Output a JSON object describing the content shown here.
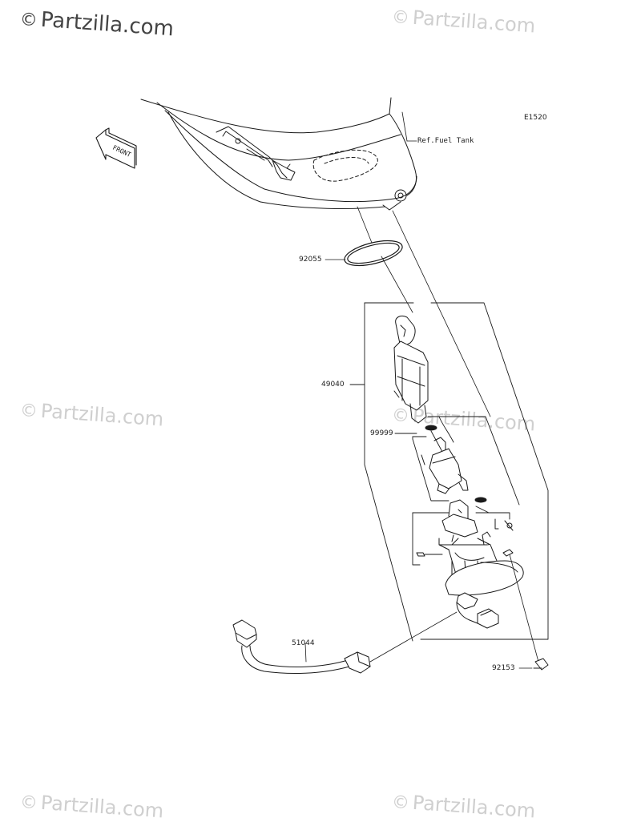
{
  "watermark": {
    "symbol": "©",
    "text": "Partzilla.com"
  },
  "diagram": {
    "code": "E1520",
    "front_label": "FRONT",
    "ref_label": "Ref.Fuel Tank",
    "parts": [
      {
        "number": "92055"
      },
      {
        "number": "49040"
      },
      {
        "number": "99999"
      },
      {
        "number": "51044"
      },
      {
        "number": "92153"
      }
    ]
  },
  "colors": {
    "line": "#1a1a1a",
    "watermark": "#cfcfcf",
    "watermark_main": "#444444"
  }
}
